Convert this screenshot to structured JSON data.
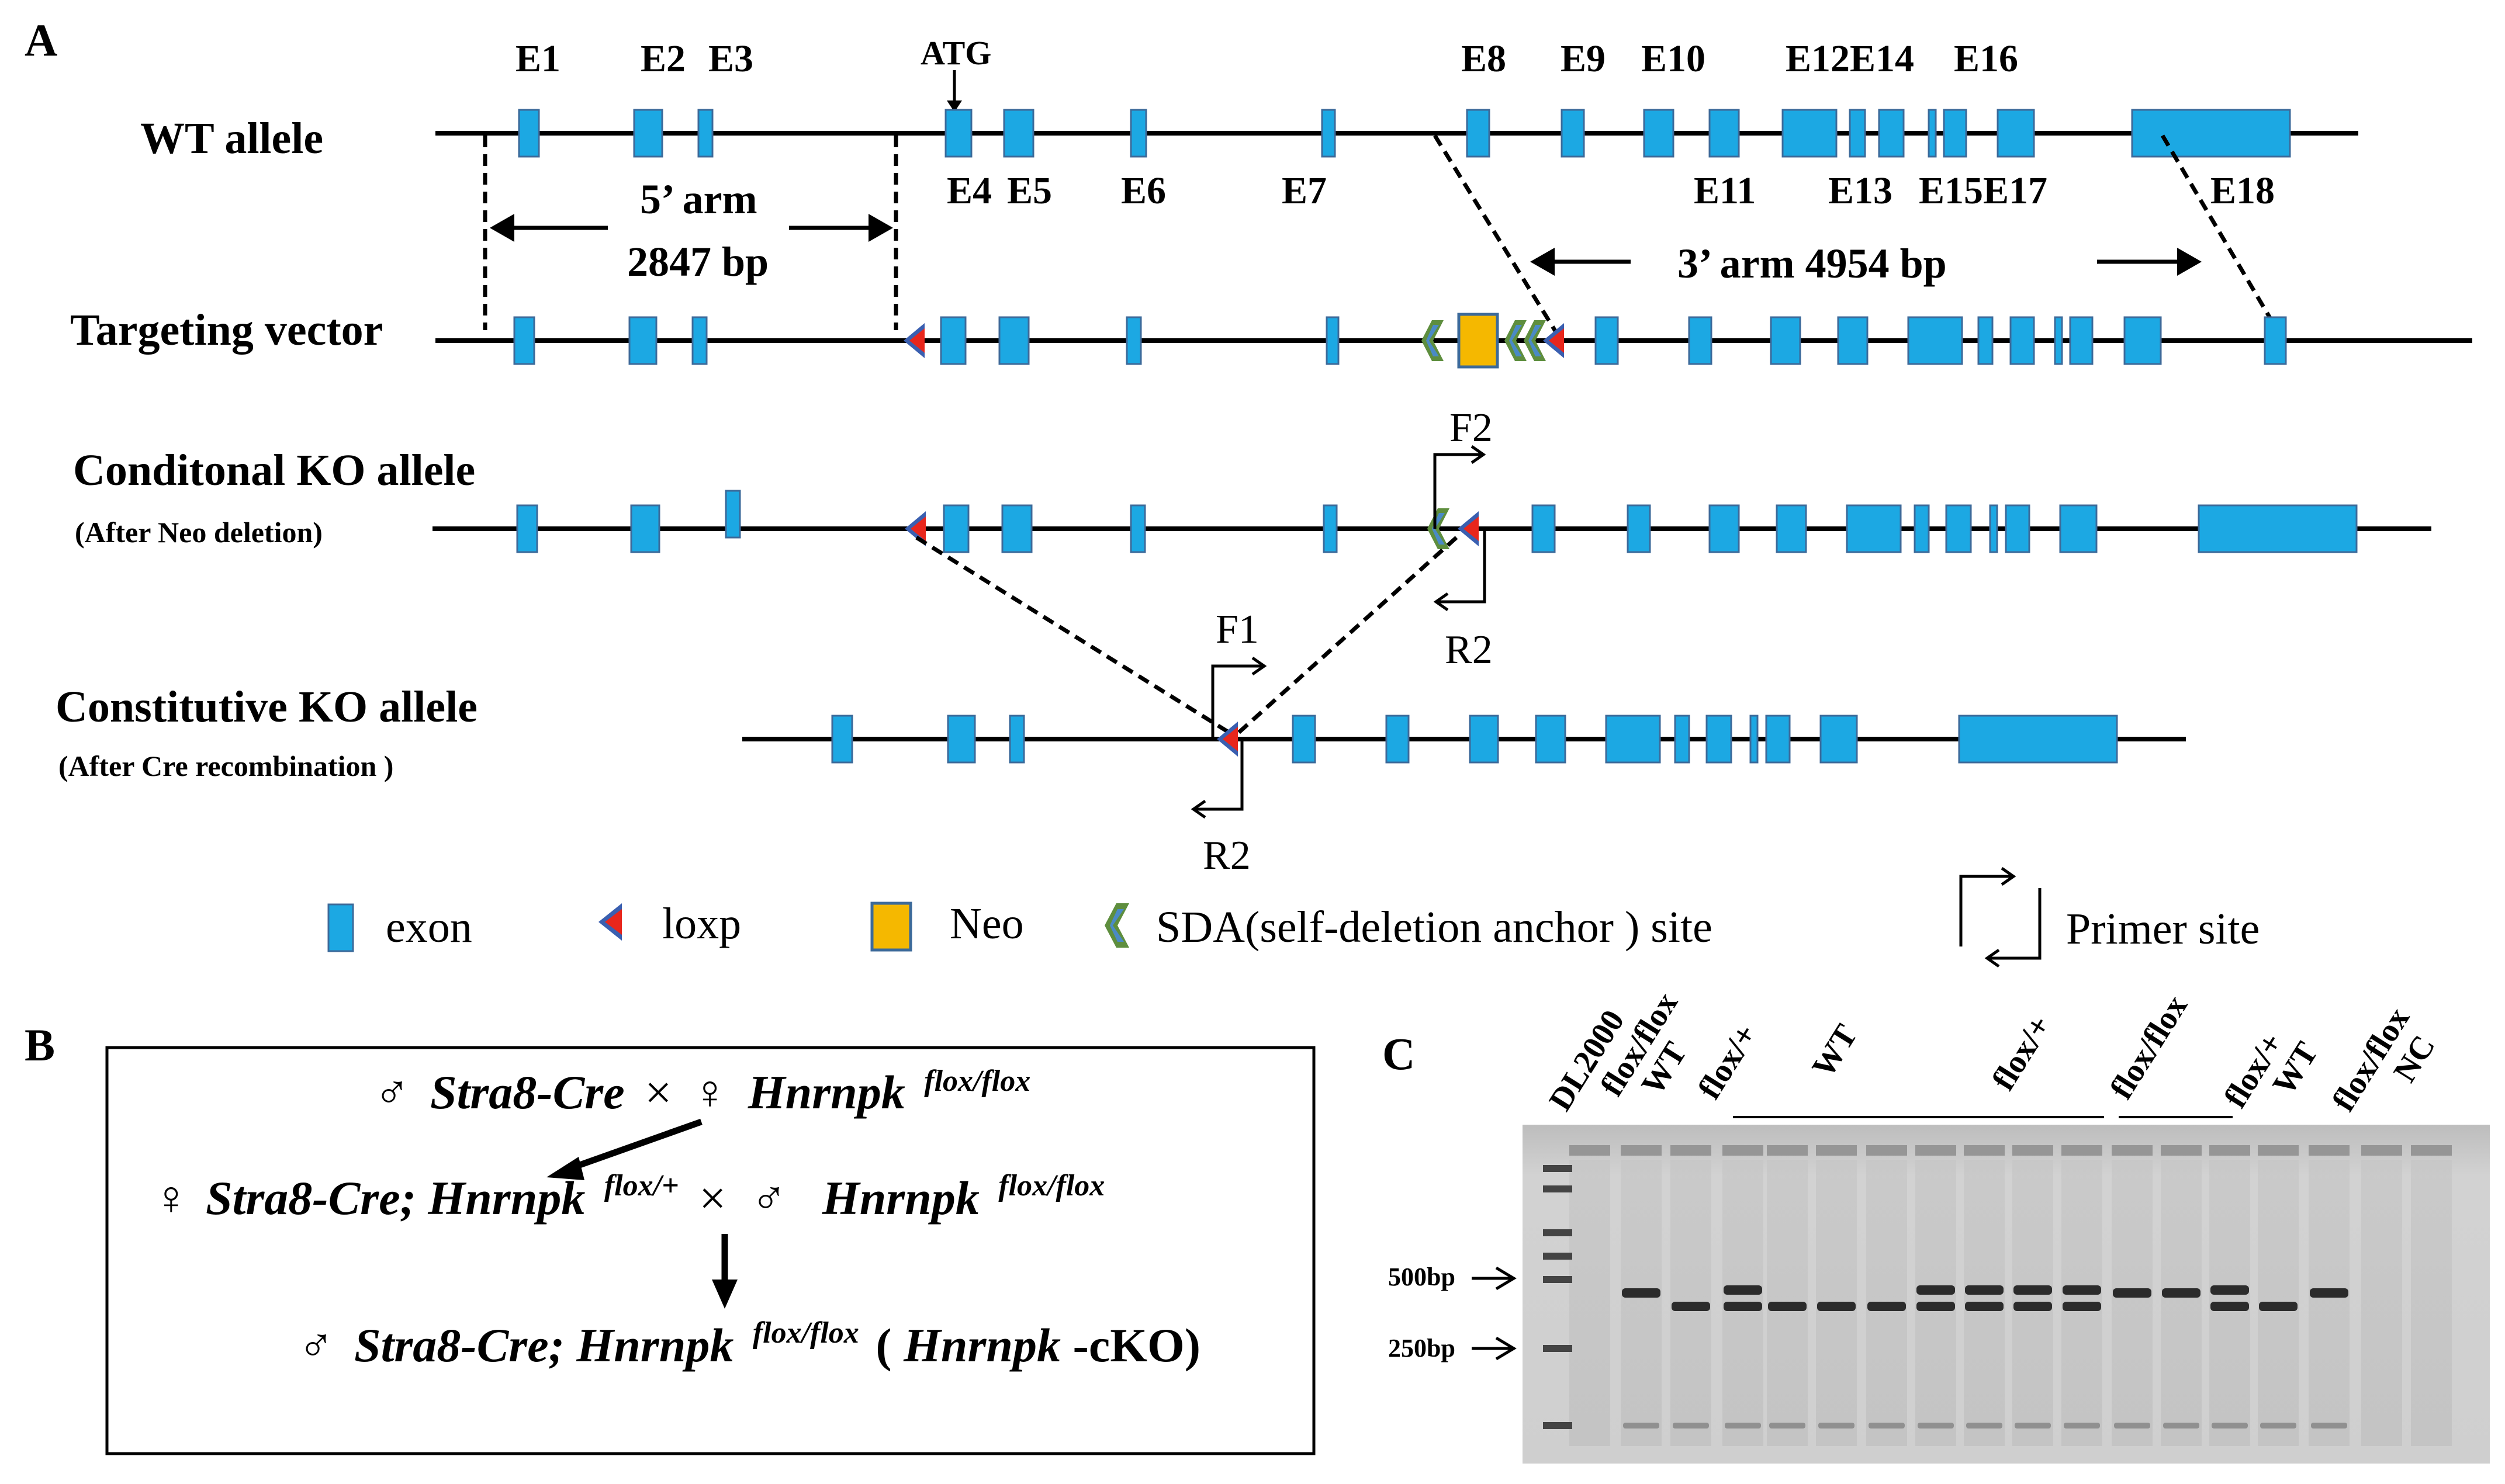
{
  "panel_a": {
    "letter": "A",
    "atg": "ATG",
    "tracks": {
      "wt": {
        "label": "WT allele"
      },
      "tv": {
        "label": "Targeting vector"
      },
      "ckoa": {
        "label": "Conditonal KO allele",
        "sub": "(After Neo deletion)"
      },
      "coko": {
        "label": "Constitutive KO  allele",
        "sub": "(After Cre recombination )"
      }
    },
    "exon_labels_top": [
      "E1",
      "E2",
      "E3",
      "E8",
      "E9",
      "E10",
      "E12E14",
      "E16"
    ],
    "exon_labels_bottom": [
      "E4",
      "E5",
      "E6",
      "E7",
      "E11",
      "E13",
      "E15E17",
      "E18"
    ],
    "arm5": {
      "name": "5’ arm",
      "size": "2847 bp"
    },
    "arm3": {
      "label": "3’ arm  4954 bp"
    },
    "primers": {
      "f2": "F2",
      "r2a": "R2",
      "f1": "F1",
      "r2b": "R2"
    },
    "legend": {
      "exon": "exon",
      "loxp": "loxp",
      "neo": "Neo",
      "sda": "SDA(self-deletion  anchor ) site",
      "primer": "Primer site"
    }
  },
  "panel_b": {
    "letter": "B",
    "line1": {
      "male": "♂",
      "cre": "Stra8-Cre",
      "cross": "×",
      "female": "♀",
      "gene": "Hnrnpk",
      "geno": "flox/flox"
    },
    "line2": {
      "female": "♀",
      "cre": "Stra8-Cre; Hnrnpk",
      "geno": "flox/+",
      "cross": "×",
      "male": "♂",
      "gene": "Hnrnpk",
      "geno2": "flox/flox"
    },
    "line3": {
      "male": "♂",
      "cre": "Stra8-Cre; Hnrnpk",
      "geno": "flox/flox",
      "open": "(",
      "gene": "Hnrnpk",
      "suffix": "-cKO)"
    }
  },
  "panel_c": {
    "letter": "C",
    "lane_labels": [
      "DL2000",
      "flox/flox",
      "WT",
      "flox/+",
      "WT",
      "flox/+",
      "flox/flox",
      "flox/+",
      "WT",
      "flox/flox",
      "NC"
    ],
    "markers": [
      "500bp",
      "250bp"
    ]
  },
  "colors": {
    "exon": "#1ca8e3",
    "exon_stroke": "#3c6a9a",
    "loxp_red": "#e8261c",
    "loxp_blue": "#3a5fb0",
    "neo": "#f5b800",
    "sda": "#5e8e3e",
    "gel_bg": "#cccccc"
  }
}
